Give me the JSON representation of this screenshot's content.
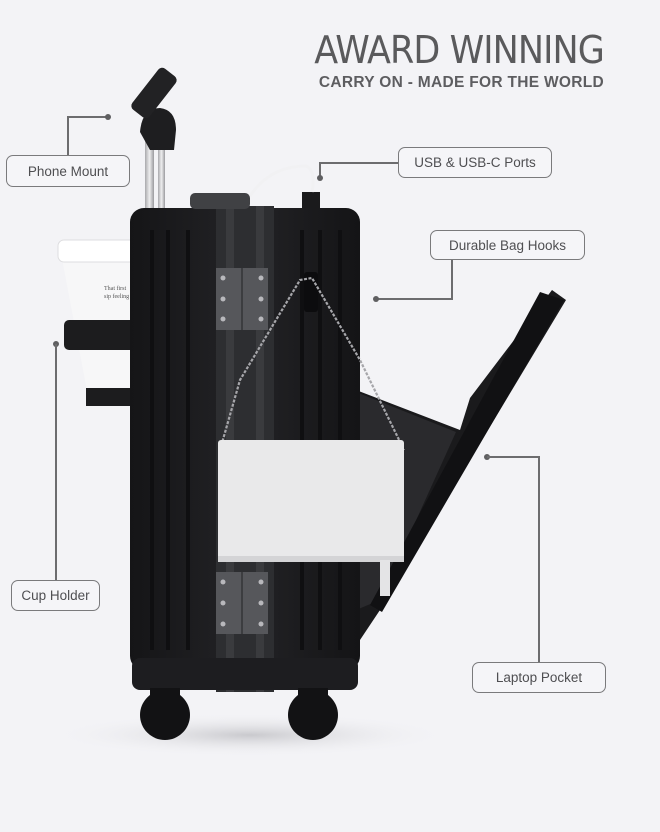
{
  "headline": {
    "title": "AWARD WINNING",
    "subtitle": "CARRY ON - MADE FOR THE WORLD"
  },
  "callouts": [
    {
      "id": "phone-mount",
      "label": "Phone Mount"
    },
    {
      "id": "usb-ports",
      "label": "USB & USB-C Ports"
    },
    {
      "id": "bag-hooks",
      "label": "Durable Bag Hooks"
    },
    {
      "id": "cup-holder",
      "label": "Cup Holder"
    },
    {
      "id": "laptop-pocket",
      "label": "Laptop Pocket"
    }
  ],
  "colors": {
    "background": "#f3f3f6",
    "text": "#5a5a5c",
    "suitcase": "#1b1b1d",
    "callout_border": "#7a7a7c"
  }
}
